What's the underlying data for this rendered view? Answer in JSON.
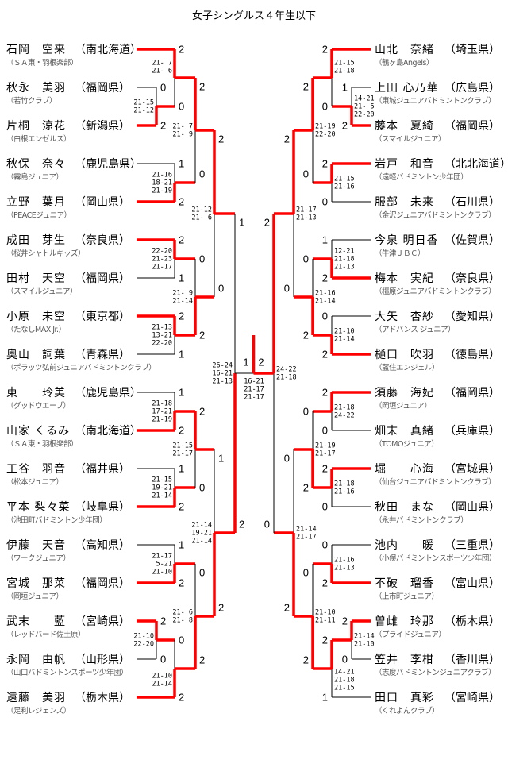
{
  "title": "女子シングルス４年生以下",
  "colors": {
    "winner_line": "#ff0000",
    "line": "#000000"
  },
  "left": {
    "players": [
      {
        "name": "石岡　空来",
        "pref": "（南北海道）",
        "club": "（ＳＡ東・羽根楽部）"
      },
      {
        "name": "秋永　美羽",
        "pref": "（福岡県）",
        "club": "（若竹クラブ）"
      },
      {
        "name": "片桐　涼花",
        "pref": "（新潟県）",
        "club": "（白根エンゼルス）"
      },
      {
        "name": "秋保　奈々",
        "pref": "（鹿児島県）",
        "club": "（霧島ジュニア）"
      },
      {
        "name": "立野　葉月",
        "pref": "（岡山県）",
        "club": "（PEACEジュニア）"
      },
      {
        "name": "成田　芽生",
        "pref": "（奈良県）",
        "club": "（桜井シャトルキッズ）"
      },
      {
        "name": "田村　天空",
        "pref": "（福岡県）",
        "club": "（スマイルジュニア）"
      },
      {
        "name": "小原　未空",
        "pref": "（東京都）",
        "club": "（たなしMAX Jr.）"
      },
      {
        "name": "奥山　詞葉",
        "pref": "（青森県）",
        "club": "（ポラッツ弘前ジュニアバドミントンクラブ）"
      },
      {
        "name": "東　　玲美",
        "pref": "（鹿児島県）",
        "club": "（グッドウエーブ）"
      },
      {
        "name": "山家 くるみ",
        "pref": "（南北海道）",
        "club": "（ＳＡ東・羽根楽部）"
      },
      {
        "name": "工谷　羽音",
        "pref": "（福井県）",
        "club": "（松本ジュニア）"
      },
      {
        "name": "平本 梨々菜",
        "pref": "（岐阜県）",
        "club": "（池田町バドミントン少年団）"
      },
      {
        "name": "伊藤　天音",
        "pref": "（高知県）",
        "club": "（ワークジュニア）"
      },
      {
        "name": "宮城　那菜",
        "pref": "（福岡県）",
        "club": "（岡垣ジュニア）"
      },
      {
        "name": "武末　　藍",
        "pref": "（宮崎県）",
        "club": "（レッドバード佐土原）"
      },
      {
        "name": "永岡　由帆",
        "pref": "（山形県）",
        "club": "（山口バドミントンスポーツ少年団）"
      },
      {
        "name": "遠藤　美羽",
        "pref": "（栃木県）",
        "club": "（足利レジェンズ）"
      }
    ],
    "bracket": {
      "c": [
        {
          "c": [
            {
              "c": [
                {
                  "c": [
                    0,
                    {
                      "c": [
                        1,
                        2
                      ],
                      "pts": [
                        0,
                        2
                      ],
                      "win": 1,
                      "s": [
                        "21-15",
                        "21-12"
                      ]
                    }
                  ],
                  "pts": [
                    2,
                    0
                  ],
                  "win": 0,
                  "s": [
                    "21- 7",
                    "21- 6"
                  ]
                },
                {
                  "c": [
                    3,
                    4
                  ],
                  "pts": [
                    1,
                    2
                  ],
                  "win": 1,
                  "s": [
                    "21-16",
                    "18-21",
                    "21-19"
                  ]
                }
              ],
              "pts": [
                2,
                0
              ],
              "win": 0,
              "s": [
                "21- 7",
                "21- 9"
              ]
            },
            {
              "c": [
                {
                  "c": [
                    5,
                    6
                  ],
                  "pts": [
                    2,
                    1
                  ],
                  "win": 0,
                  "s": [
                    "22-20",
                    "21-23",
                    "21-17"
                  ]
                },
                {
                  "c": [
                    7,
                    8
                  ],
                  "pts": [
                    2,
                    1
                  ],
                  "win": 0,
                  "s": [
                    "21-13",
                    "13-21",
                    "22-20"
                  ]
                }
              ],
              "pts": [
                0,
                2
              ],
              "win": 1,
              "s": [
                "21- 9",
                "21-14"
              ]
            }
          ],
          "pts": [
            2,
            0
          ],
          "win": 0,
          "s": [
            "21-12",
            "21- 6"
          ]
        },
        {
          "c": [
            {
              "c": [
                {
                  "c": [
                    9,
                    10
                  ],
                  "pts": [
                    1,
                    2
                  ],
                  "win": 1,
                  "s": [
                    "21-18",
                    "17-21",
                    "21-19"
                  ]
                },
                {
                  "c": [
                    11,
                    12
                  ],
                  "pts": [
                    1,
                    2
                  ],
                  "win": 1,
                  "s": [
                    "21-15",
                    "19-21",
                    "21-14"
                  ]
                }
              ],
              "pts": [
                2,
                0
              ],
              "win": 0,
              "s": [
                "21-15",
                "21-17"
              ]
            },
            {
              "c": [
                {
                  "c": [
                    13,
                    14
                  ],
                  "pts": [
                    1,
                    2
                  ],
                  "win": 1,
                  "s": [
                    "21-17",
                    "5-21",
                    "21-10"
                  ]
                },
                {
                  "c": [
                    {
                      "c": [
                        15,
                        16
                      ],
                      "pts": [
                        2,
                        0
                      ],
                      "win": 0,
                      "s": [
                        "21-10",
                        "22-20"
                      ]
                    },
                    17
                  ],
                  "pts": [
                    0,
                    2
                  ],
                  "win": 1,
                  "s": [
                    "21-10",
                    "21-14"
                  ]
                }
              ],
              "pts": [
                0,
                2
              ],
              "win": 1,
              "s": [
                "21- 6",
                "21- 8"
              ]
            }
          ],
          "pts": [
            1,
            2
          ],
          "win": 1,
          "s": [
            "21-14",
            "19-21",
            "21-14"
          ]
        }
      ],
      "pts": [
        1,
        2
      ],
      "win": 1,
      "s": [
        "26-24",
        "16-21",
        "21-13"
      ]
    }
  },
  "right": {
    "players": [
      {
        "name": "山北　奈緒",
        "pref": "（埼玉県）",
        "club": "（鶴ヶ島Angels）"
      },
      {
        "name": "上田 心乃華",
        "pref": "（広島県）",
        "club": "（東城ジュニアバドミントンクラブ）"
      },
      {
        "name": "藤本　夏綺",
        "pref": "（福岡県）",
        "club": "（スマイルジュニア）"
      },
      {
        "name": "岩戸　和音",
        "pref": "（北北海道）",
        "club": "（遠軽バドミントン少年団）"
      },
      {
        "name": "服部　未来",
        "pref": "（石川県）",
        "club": "（金沢ジュニアバドミントンクラブ）"
      },
      {
        "name": "今泉 明日香",
        "pref": "（佐賀県）",
        "club": "（牛津ＪＢＣ）"
      },
      {
        "name": "梅本　実紀",
        "pref": "（奈良県）",
        "club": "（橿原ジュニアバドミントンクラブ）"
      },
      {
        "name": "大矢　杏紗",
        "pref": "（愛知県）",
        "club": "（アドバンス ジュニア）"
      },
      {
        "name": "樋口　吹羽",
        "pref": "（徳島県）",
        "club": "（藍住エンジェル）"
      },
      {
        "name": "須藤　海妃",
        "pref": "（福岡県）",
        "club": "（岡垣ジュニア）"
      },
      {
        "name": "畑末　真緒",
        "pref": "（兵庫県）",
        "club": "（TOMOジュニア）"
      },
      {
        "name": "堀　　心海",
        "pref": "（宮城県）",
        "club": "（仙台ジュニアバドミントンクラブ）"
      },
      {
        "name": "秋田　まな",
        "pref": "（岡山県）",
        "club": "（永井バドミントンクラブ）"
      },
      {
        "name": "池内　　暖",
        "pref": "（三重県）",
        "club": "（小俣バドミントンスポーツ少年団）"
      },
      {
        "name": "不破　瑠香",
        "pref": "（富山県）",
        "club": "（上市町ジュニア）"
      },
      {
        "name": "曽雌　玲那",
        "pref": "（栃木県）",
        "club": "（プライドジュニア）"
      },
      {
        "name": "笠井　李柑",
        "pref": "（香川県）",
        "club": "（志度バドミントンジュニアクラブ）"
      },
      {
        "name": "田口　真彩",
        "pref": "（宮崎県）",
        "club": "（くれよんクラブ）"
      }
    ],
    "bracket": {
      "c": [
        {
          "c": [
            {
              "c": [
                {
                  "c": [
                    0,
                    {
                      "c": [
                        1,
                        2
                      ],
                      "pts": [
                        1,
                        2
                      ],
                      "win": 1,
                      "s": [
                        "14-21",
                        "21- 5",
                        "22-20"
                      ]
                    }
                  ],
                  "pts": [
                    2,
                    0
                  ],
                  "win": 0,
                  "s": [
                    "21-15",
                    "21-18"
                  ]
                },
                {
                  "c": [
                    3,
                    4
                  ],
                  "pts": [
                    2,
                    0
                  ],
                  "win": 0,
                  "s": [
                    "21-15",
                    "21-16"
                  ]
                }
              ],
              "pts": [
                2,
                0
              ],
              "win": 0,
              "s": [
                "21-19",
                "22-20"
              ]
            },
            {
              "c": [
                {
                  "c": [
                    5,
                    6
                  ],
                  "pts": [
                    1,
                    2
                  ],
                  "win": 1,
                  "s": [
                    "12-21",
                    "21-18",
                    "21-13"
                  ]
                },
                {
                  "c": [
                    7,
                    8
                  ],
                  "pts": [
                    0,
                    2
                  ],
                  "win": 1,
                  "s": [
                    "21-10",
                    "21-14"
                  ]
                }
              ],
              "pts": [
                0,
                2
              ],
              "win": 1,
              "s": [
                "21-16",
                "21-14"
              ]
            }
          ],
          "pts": [
            2,
            0
          ],
          "win": 0,
          "s": [
            "21-17",
            "21-13"
          ]
        },
        {
          "c": [
            {
              "c": [
                {
                  "c": [
                    9,
                    10
                  ],
                  "pts": [
                    2,
                    0
                  ],
                  "win": 0,
                  "s": [
                    "21-18",
                    "24-22"
                  ]
                },
                {
                  "c": [
                    11,
                    12
                  ],
                  "pts": [
                    2,
                    0
                  ],
                  "win": 0,
                  "s": [
                    "21-18",
                    "21-16"
                  ]
                }
              ],
              "pts": [
                0,
                2
              ],
              "win": 1,
              "s": [
                "21-19",
                "21-17"
              ]
            },
            {
              "c": [
                {
                  "c": [
                    13,
                    14
                  ],
                  "pts": [
                    0,
                    2
                  ],
                  "win": 1,
                  "s": [
                    "21-16",
                    "21-13"
                  ]
                },
                {
                  "c": [
                    {
                      "c": [
                        15,
                        16
                      ],
                      "pts": [
                        2,
                        0
                      ],
                      "win": 0,
                      "s": [
                        "21-14",
                        "21-10"
                      ]
                    },
                    17
                  ],
                  "pts": [
                    2,
                    1
                  ],
                  "win": 0,
                  "s": [
                    "14-21",
                    "21-18",
                    "21-15"
                  ]
                }
              ],
              "pts": [
                0,
                2
              ],
              "win": 1,
              "s": [
                "21-10",
                "21-11"
              ]
            }
          ],
          "pts": [
            0,
            2
          ],
          "win": 1,
          "s": [
            "21-14",
            "21-17"
          ]
        }
      ],
      "pts": [
        2,
        0
      ],
      "win": 0,
      "s": [
        "24-22",
        "21-18"
      ]
    }
  },
  "final": {
    "pts": [
      1,
      2
    ],
    "win": 1,
    "s": [
      "16-21",
      "21-17",
      "21-17"
    ]
  }
}
